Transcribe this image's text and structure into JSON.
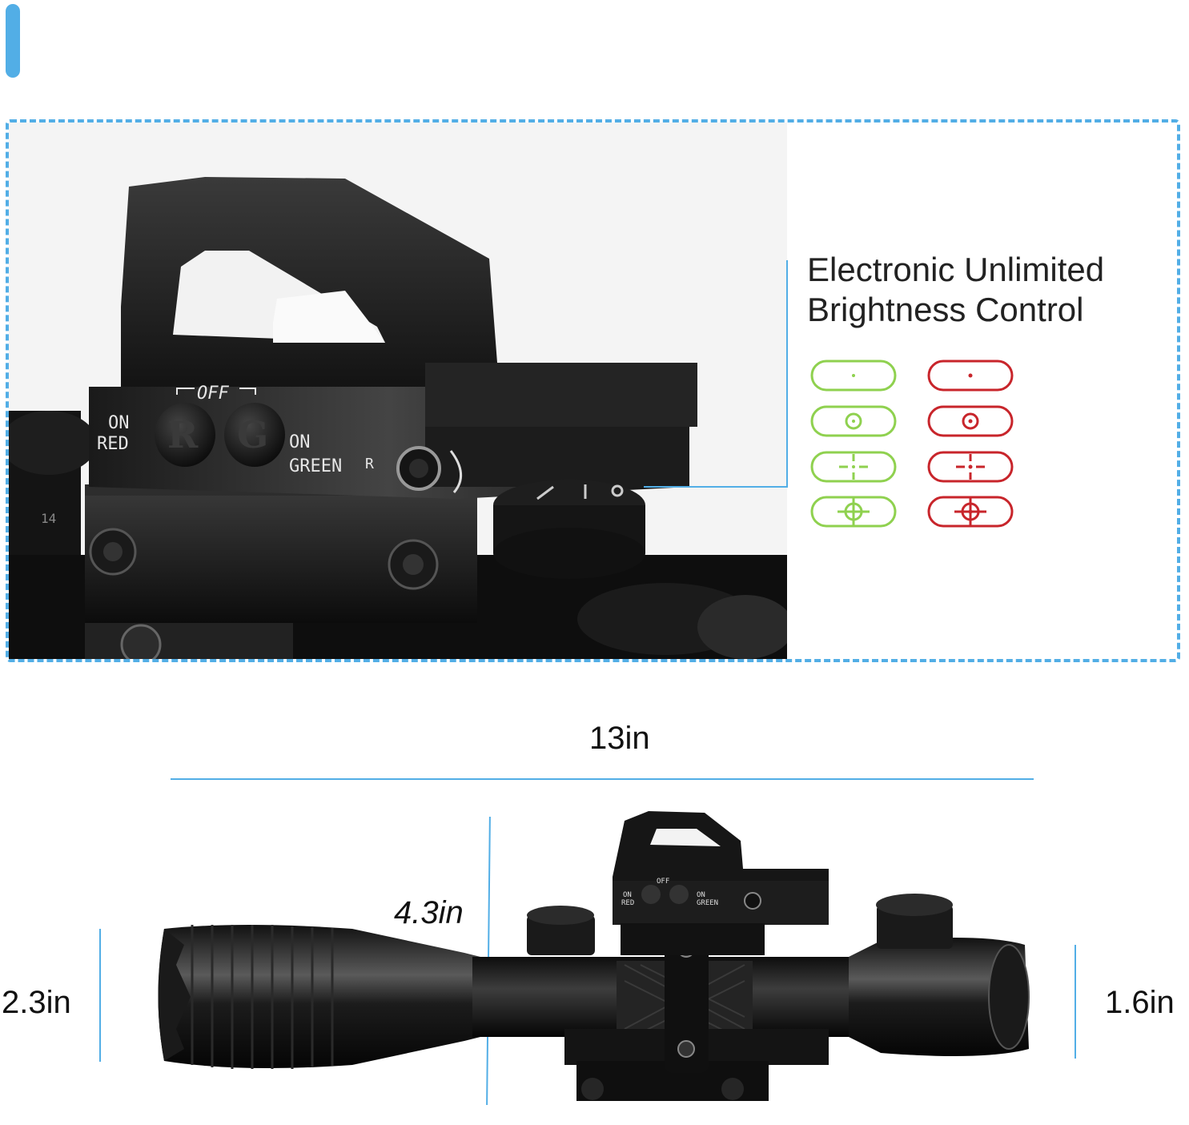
{
  "colors": {
    "accent": "#52aee6",
    "reticle_green": "#8fd14f",
    "reticle_red": "#c8252b",
    "text": "#222222"
  },
  "feature": {
    "title_line1": "Electronic Unlimited",
    "title_line2": "Brightness Control"
  },
  "reticles": {
    "green": [
      "dot-reticle-icon",
      "circle-dot-reticle-icon",
      "cross-dot-reticle-icon",
      "circle-cross-reticle-icon"
    ],
    "red": [
      "dot-reticle-icon",
      "circle-dot-reticle-icon",
      "cross-dot-reticle-icon",
      "circle-cross-reticle-icon"
    ]
  },
  "sight_markings": {
    "off": "OFF",
    "on_red_1": "ON",
    "on_red_2": "RED",
    "button_r": "R",
    "button_g": "G",
    "on_green_1": "ON",
    "on_green_2": "GREEN",
    "r_mark": "R",
    "scope_digit": "14"
  },
  "dimensions": {
    "length": "13in",
    "height": "4.3in",
    "front_diameter": "2.3in",
    "rear_diameter": "1.6in"
  },
  "small_sight_markings": {
    "off": "OFF",
    "on_red_1": "ON",
    "on_red_2": "RED",
    "on_green_1": "ON",
    "on_green_2": "GREEN"
  }
}
